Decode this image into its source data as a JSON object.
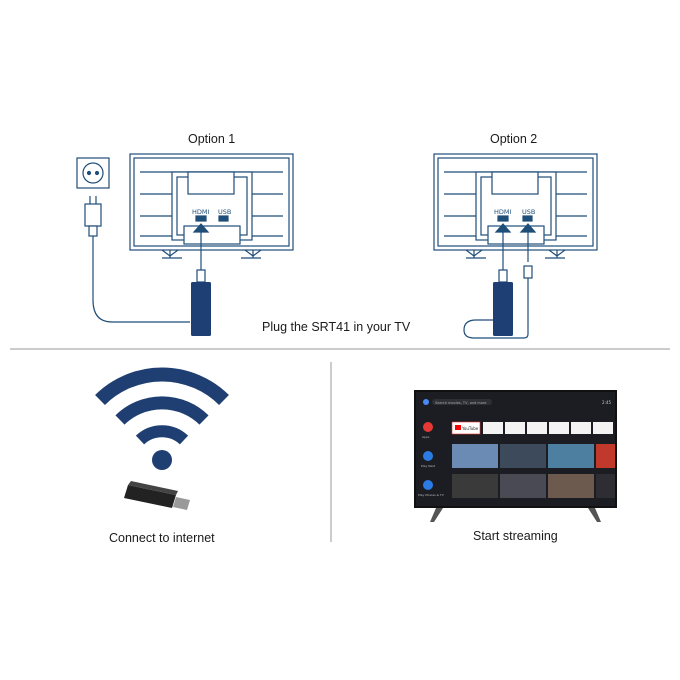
{
  "top": {
    "option1_label": "Option 1",
    "option2_label": "Option 2",
    "plug_caption": "Plug the SRT41 in your TV",
    "port_hdmi": "HDMI",
    "port_usb": "USB"
  },
  "bottom_left": {
    "caption": "Connect to internet"
  },
  "bottom_right": {
    "caption": "Start streaming",
    "tv_screen": {
      "search_text": "Search movies, TV, and more",
      "clock": "2:45",
      "row_labels": [
        "Apps",
        "Play Next",
        "Play Movies & TV"
      ],
      "app_tiles": [
        "YouTube",
        "",
        "",
        "",
        "",
        "",
        "",
        ""
      ]
    }
  },
  "colors": {
    "line_blue": "#1f4e79",
    "stick_blue": "#1e3f73",
    "wifi_blue": "#1f3f72",
    "divider": "#9a9a9a"
  }
}
